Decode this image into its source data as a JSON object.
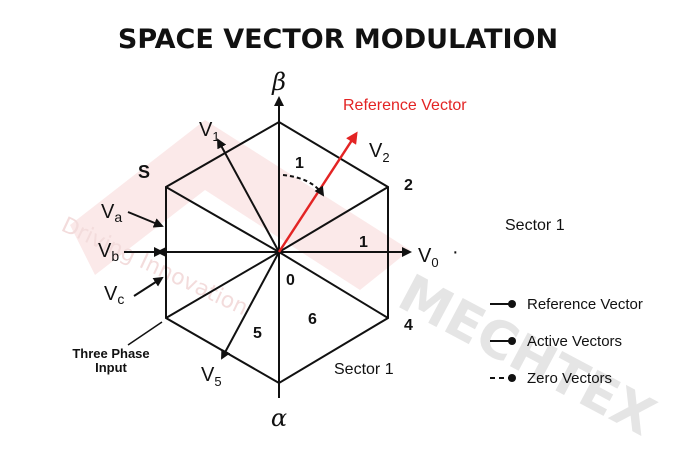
{
  "title": "SPACE VECTOR MODULATION",
  "axes": {
    "beta": "β",
    "alpha": "α"
  },
  "vectors": {
    "v1": {
      "base": "V",
      "sub": "1"
    },
    "v2": {
      "base": "V",
      "sub": "2"
    },
    "v0": {
      "base": "V",
      "sub": "0"
    },
    "v5": {
      "base": "V",
      "sub": "5"
    },
    "va": {
      "base": "V",
      "sub": "a"
    },
    "vb": {
      "base": "V",
      "sub": "b"
    },
    "vc": {
      "base": "V",
      "sub": "c"
    }
  },
  "reference_vector_label": "Reference Vector",
  "labels": {
    "s": "S",
    "n2": "2",
    "n4": "4",
    "sec1_top": "1",
    "sec1_right": "1",
    "sec0": "0",
    "sec5": "5",
    "sec6": "6",
    "three_phase_line1": "Three Phase",
    "three_phase_line2": "Input",
    "sector_bottom": "Sector 1",
    "sector_side": "Sector 1",
    "dot": "·"
  },
  "legend": [
    {
      "label": "Reference Vector",
      "style": "solid"
    },
    {
      "label": "Active Vectors",
      "style": "solid"
    },
    {
      "label": "Zero Vectors",
      "style": "dashed"
    }
  ],
  "watermark": {
    "brand": "MECHTEX",
    "tagline": "Driving Innovation"
  },
  "colors": {
    "accent": "#e32424",
    "ink": "#111111",
    "watermark": "#e5e5e5"
  }
}
